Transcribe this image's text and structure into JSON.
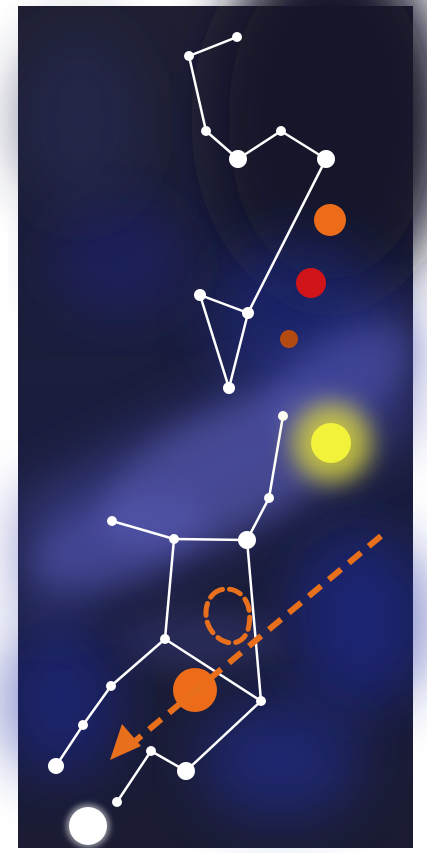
{
  "scene": {
    "type": "star-map",
    "background_color": "#1e1e2f",
    "milky_way_color": "#4b4fb0",
    "deep_blue_color": "#1d2aa0",
    "constellation_line_color": "#ffffff"
  },
  "constellation": {
    "name": "",
    "line_color": "#ffffff",
    "star_count": 26
  },
  "highlighted_objects": [
    {
      "name": "orange-star",
      "color": "#ec6c1a"
    },
    {
      "name": "red-star",
      "color": "#d0141a"
    },
    {
      "name": "small-brown-star",
      "color": "#b34a12"
    },
    {
      "name": "yellow-glowing-star",
      "color": "#f2f23a",
      "glow_color": "#e7e232"
    },
    {
      "name": "orange-star-lower",
      "color": "#ec6c1a"
    },
    {
      "name": "white-bright-star",
      "color": "#ffffff"
    }
  ],
  "annotations": {
    "trajectory_arrow": {
      "color": "#e8701c",
      "style": "dashed"
    },
    "dashed_loop": {
      "color": "#e8701c",
      "style": "dashed"
    }
  }
}
